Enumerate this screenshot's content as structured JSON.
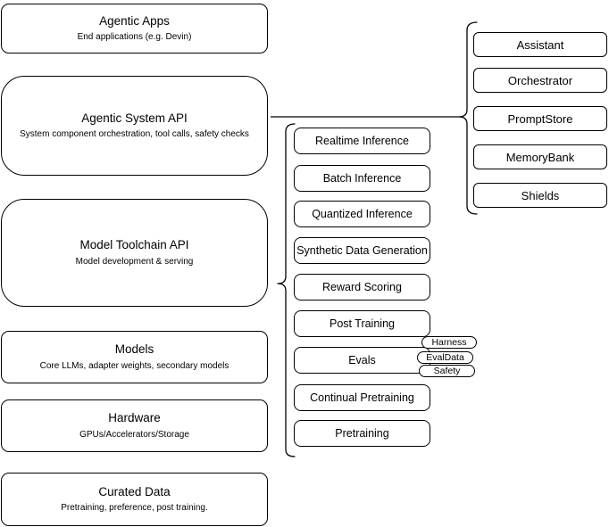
{
  "diagram": {
    "left_stack": [
      {
        "title": "Agentic Apps",
        "subtitle": "End applications (e.g. Devin)"
      },
      {
        "title": "Agentic System API",
        "subtitle": "System component orchestration, tool calls, safety checks"
      },
      {
        "title": "Model Toolchain API",
        "subtitle": "Model development & serving"
      },
      {
        "title": "Models",
        "subtitle": "Core LLMs, adapter weights, secondary models"
      },
      {
        "title": "Hardware",
        "subtitle": "GPUs/Accelerators/Storage"
      },
      {
        "title": "Curated Data",
        "subtitle": "Pretraining, preference, post training."
      }
    ],
    "toolchain_capabilities": [
      "Realtime Inference",
      "Batch Inference",
      "Quantized Inference",
      "Synthetic Data Generation",
      "Reward Scoring",
      "Post Training",
      "Evals",
      "Continual Pretraining",
      "Pretraining"
    ],
    "evals_tags": [
      "Harness",
      "EvalData",
      "Safety"
    ],
    "system_components": [
      "Assistant",
      "Orchestrator",
      "PromptStore",
      "MemoryBank",
      "Shields"
    ],
    "colors": {
      "border": "#000000",
      "background": "#ffffff",
      "text": "#000000"
    }
  }
}
